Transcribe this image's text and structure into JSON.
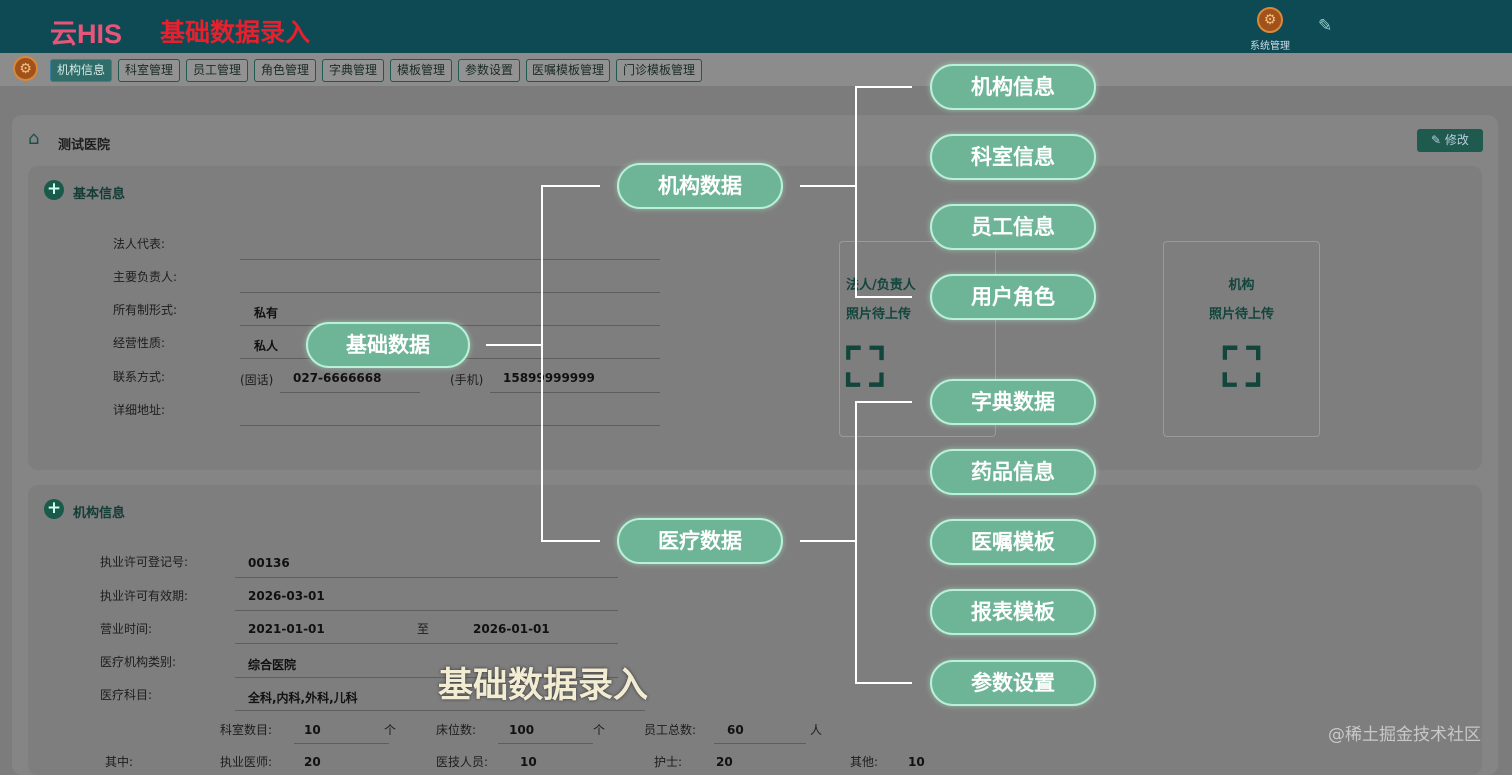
{
  "header": {
    "brand": "云HIS",
    "title": "基础数据录入",
    "system_label": "系统管理"
  },
  "tabs": [
    "机构信息",
    "科室管理",
    "员工管理",
    "角色管理",
    "字典管理",
    "模板管理",
    "参数设置",
    "医嘱模板管理",
    "门诊模板管理"
  ],
  "active_tab": 0,
  "hospital": {
    "name": "测试医院",
    "edit_label": "修改"
  },
  "basic": {
    "title": "基本信息",
    "labels": [
      "法人代表:",
      "主要负责人:",
      "所有制形式:",
      "经营性质:",
      "联系方式:",
      "详细地址:"
    ],
    "ownership": "私有",
    "nature": "私人",
    "phone_label": "(固话)",
    "phone": "027-6666668",
    "mobile_label": "(手机)",
    "mobile": "15899999999"
  },
  "photos": [
    {
      "line1": "法人/负责人",
      "line2": "照片待上传"
    },
    {
      "line1": "机构",
      "line2": "照片待上传"
    }
  ],
  "org": {
    "title": "机构信息",
    "labels": [
      "执业许可登记号:",
      "执业许可有效期:",
      "营业时间:",
      "医疗机构类别:",
      "医疗科目:"
    ],
    "license_no": "00136",
    "license_expiry": "2026-03-01",
    "hours_from": "2021-01-01",
    "to_label": "至",
    "hours_to": "2026-01-01",
    "category": "综合医院",
    "subjects": "全科,内科,外科,儿科",
    "dept_label": "科室数目:",
    "dept": "10",
    "unit_ge": "个",
    "bed_label": "床位数:",
    "beds": "100",
    "staff_label": "员工总数:",
    "staff": "60",
    "unit_ren": "人",
    "among_label": "其中:",
    "doctor_label": "执业医师:",
    "doctors": "20",
    "tech_label": "医技人员:",
    "techs": "10",
    "nurse_label": "护士:",
    "nurses": "20",
    "other_label": "其他:",
    "others": "10"
  },
  "mindmap": {
    "root": "基础数据",
    "branches": [
      {
        "label": "机构数据",
        "children": [
          "机构信息",
          "科室信息",
          "员工信息",
          "用户角色"
        ]
      },
      {
        "label": "医疗数据",
        "children": [
          "字典数据",
          "药品信息",
          "医嘱模板",
          "报表模板",
          "参数设置"
        ]
      }
    ]
  },
  "caption": "基础数据录入",
  "watermark": "@稀土掘金技术社区"
}
